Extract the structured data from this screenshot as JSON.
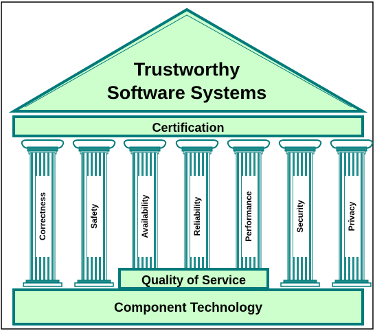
{
  "diagram": {
    "roof_title_line1": "Trustworthy",
    "roof_title_line2": "Software Systems",
    "beam_label": "Certification",
    "pillars": [
      {
        "label": "Correctness"
      },
      {
        "label": "Safety"
      },
      {
        "label": "Availability"
      },
      {
        "label": "Reliability"
      },
      {
        "label": "Performance"
      },
      {
        "label": "Security"
      },
      {
        "label": "Privacy"
      }
    ],
    "middle_block_label": "Quality of Service",
    "foundation_label": "Component Technology",
    "colors": {
      "fill": "#ccffcc",
      "stroke": "#007a7a",
      "column_stripe": "#1f8c8c"
    }
  }
}
